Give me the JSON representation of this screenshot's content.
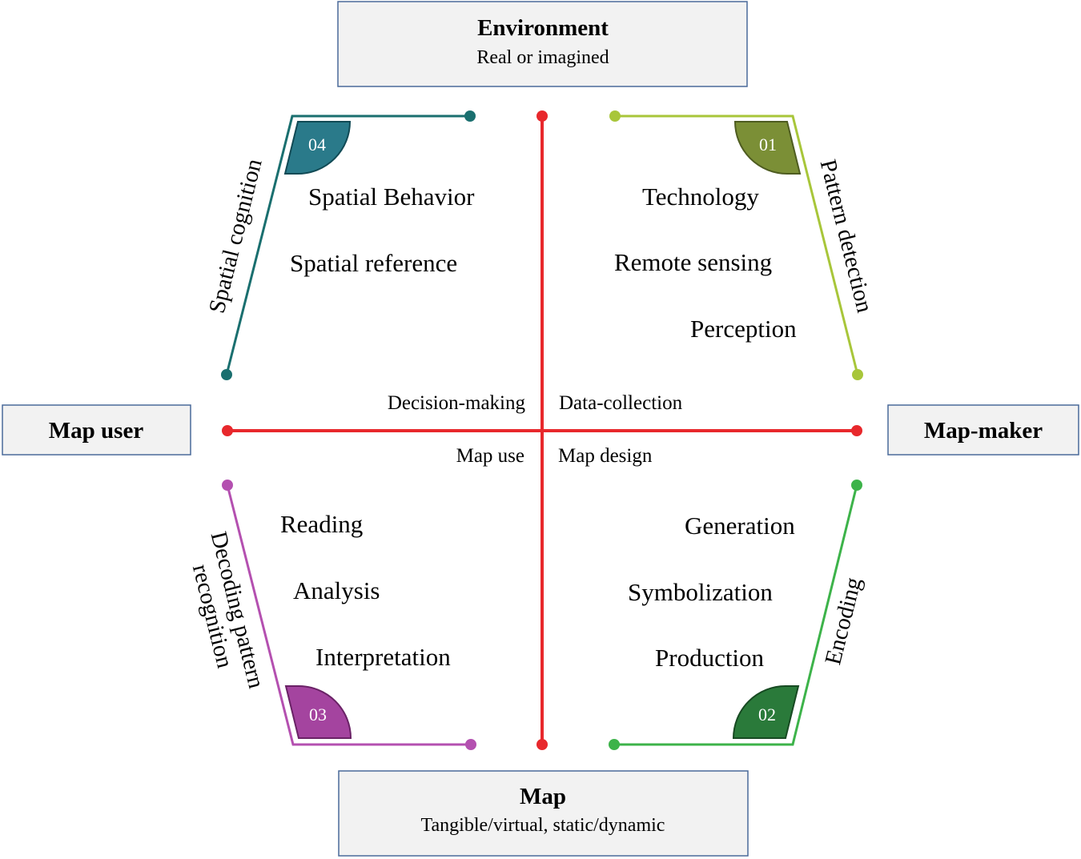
{
  "boxes": {
    "environment": {
      "title": "Environment",
      "subtitle": "Real or imagined"
    },
    "map": {
      "title": "Map",
      "subtitle": "Tangible/virtual, static/dynamic"
    },
    "map_user": {
      "title": "Map user"
    },
    "map_maker": {
      "title": "Map-maker"
    }
  },
  "axis_labels": {
    "decision_making": "Decision-making",
    "data_collection": "Data-collection",
    "map_use": "Map use",
    "map_design": "Map design"
  },
  "quadrants": {
    "q01": {
      "number": "01",
      "side_label": "Pattern detection",
      "color": "#a8c63a",
      "badge_color": "#7b8f36",
      "items": [
        "Technology",
        "Remote sensing",
        "Perception"
      ]
    },
    "q02": {
      "number": "02",
      "side_label": "Encoding",
      "color": "#3db34a",
      "badge_color": "#2a7a3a",
      "items": [
        "Generation",
        "Symbolization",
        "Production"
      ]
    },
    "q03": {
      "number": "03",
      "side_label_line1": "Decoding pattern",
      "side_label_line2": "recognition",
      "color": "#b450b0",
      "badge_color": "#a4449f",
      "items": [
        "Reading",
        "Analysis",
        "Interpretation"
      ]
    },
    "q04": {
      "number": "04",
      "side_label": "Spatial cognition",
      "color": "#1a6f6f",
      "badge_color": "#2a7a8a",
      "items": [
        "Spatial Behavior",
        "Spatial reference"
      ]
    }
  },
  "colors": {
    "axis": "#e8282c",
    "box_border": "#4a6a9a",
    "box_fill": "#f2f2f2"
  }
}
